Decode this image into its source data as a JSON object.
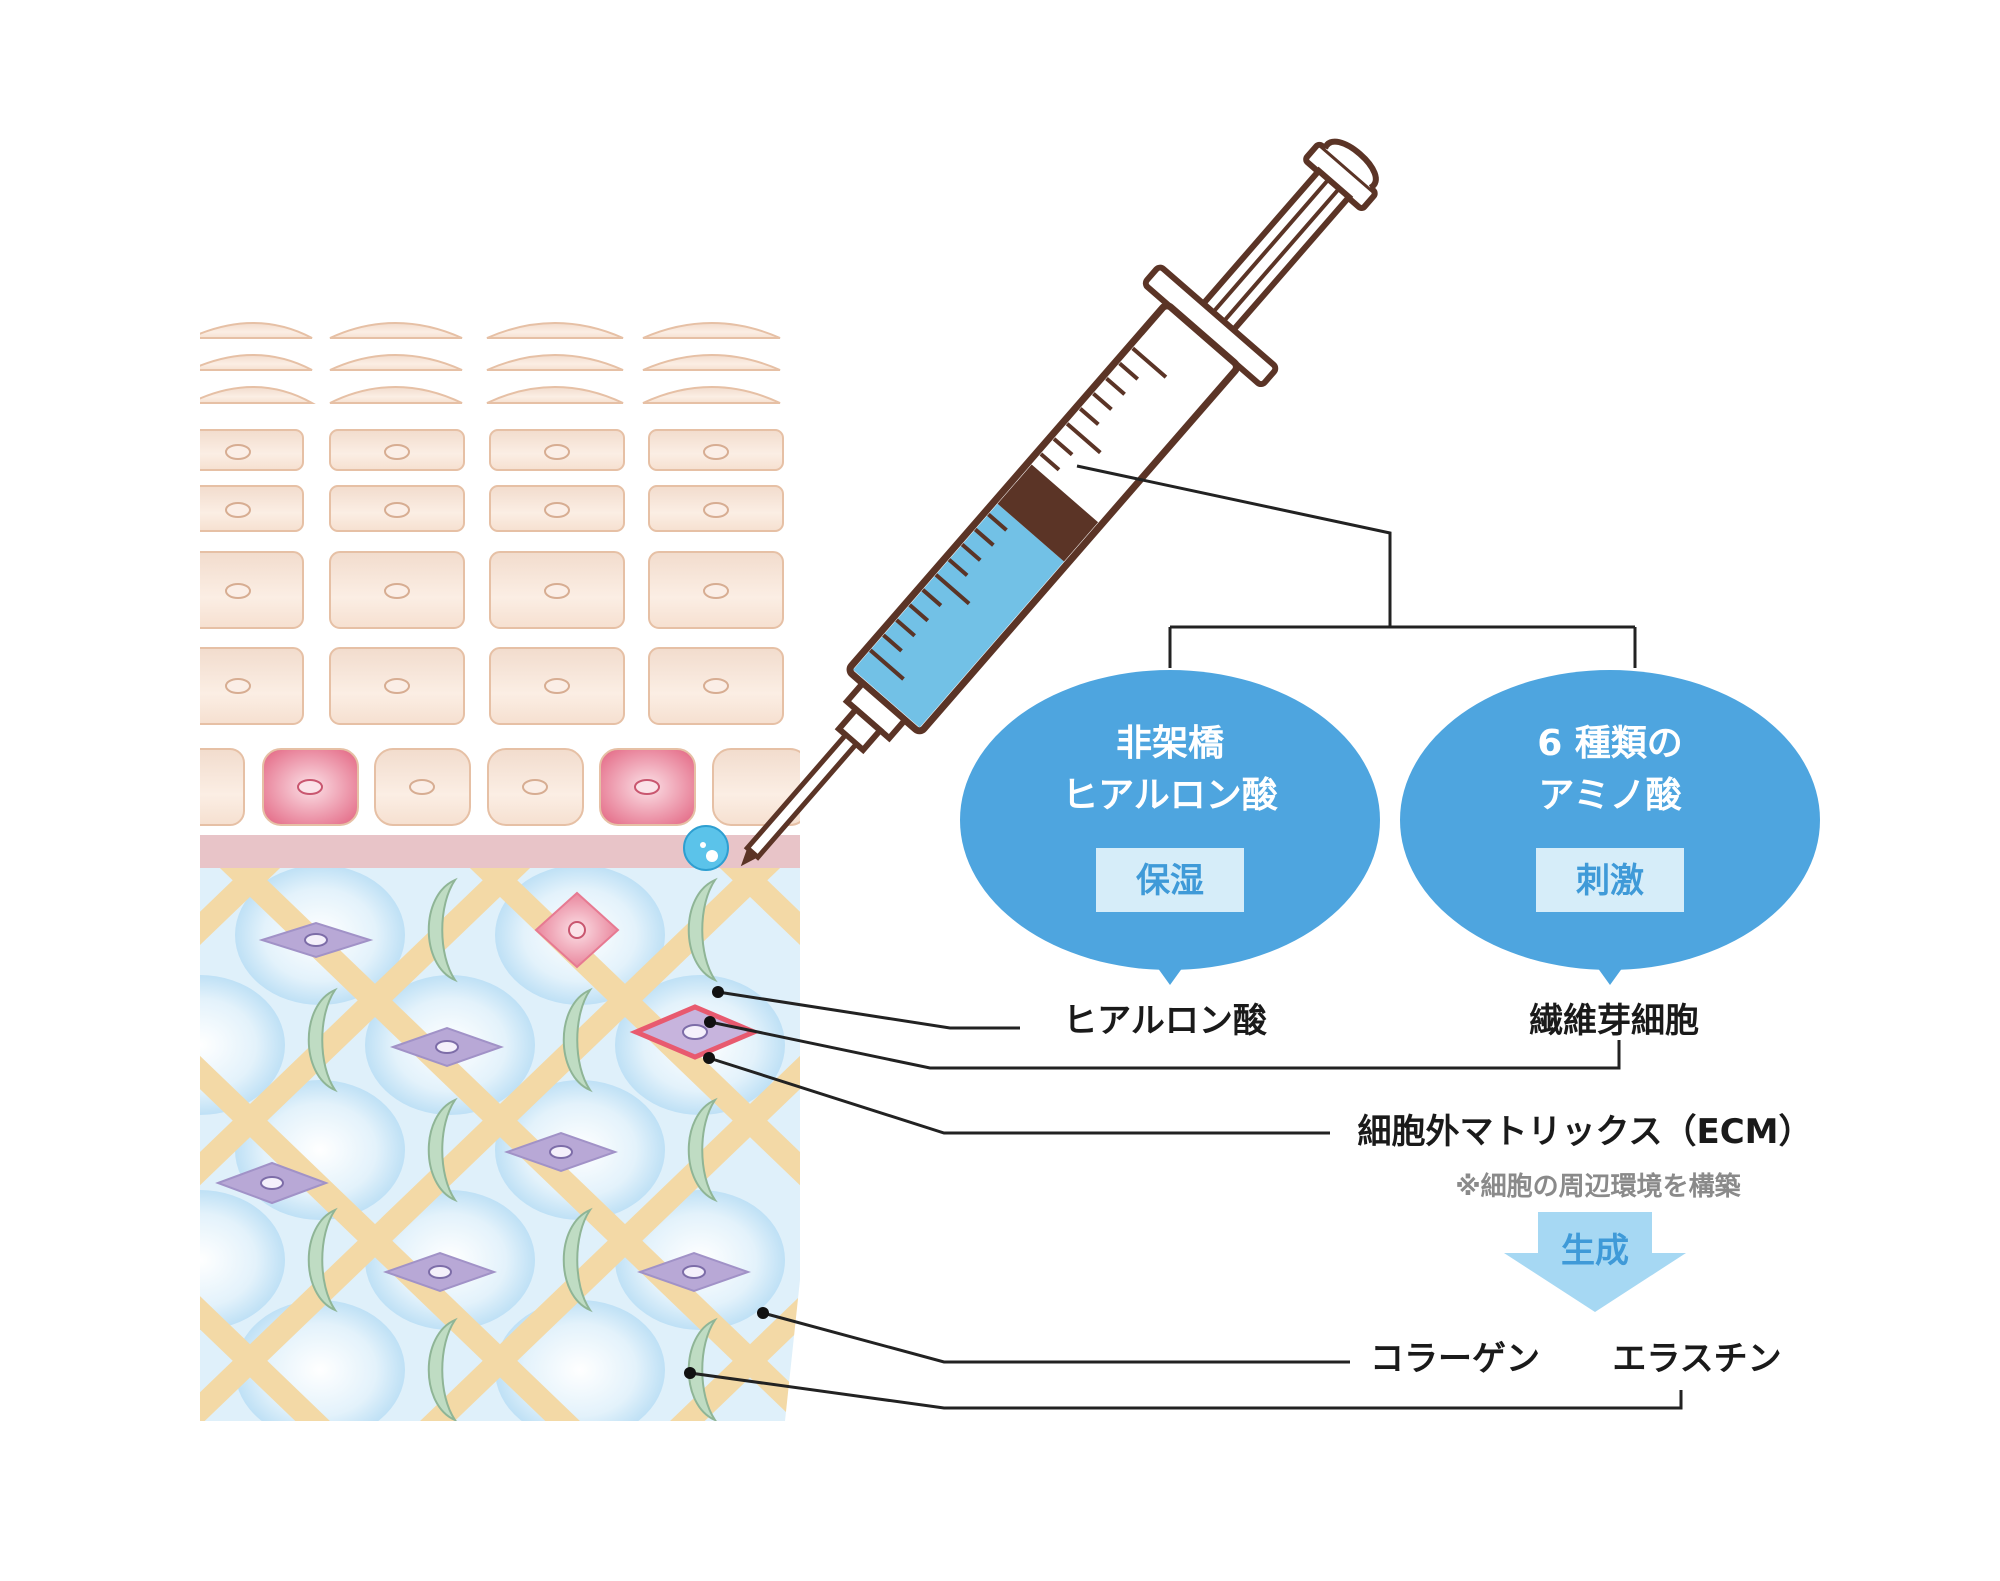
{
  "colors": {
    "bubble": "#4ea5df",
    "tag_bg": "#d6edf9",
    "tag_text": "#3f9ad8",
    "syringe_outline": "#5b3426",
    "syringe_liquid": "#72c1e6",
    "plunger": "#5b3426",
    "skin_cell": "#f8e3d4",
    "skin_cell_border": "#e6c0a5",
    "pink_cell": "#e77a92",
    "basement": "#e8c4c8",
    "matrix_fiber": "#f3d9a6",
    "matrix_fill": "#dff0fa",
    "fibroblast": "#b8a8d6",
    "elastin": "#bfdcc3",
    "arrow": "#a6d8f3"
  },
  "bubbles": {
    "left": {
      "line1": "非架橋",
      "line2": "ヒアルロン酸",
      "tag": "保湿"
    },
    "right": {
      "line1": "6 種類の",
      "line2": "アミノ酸",
      "tag": "刺激"
    }
  },
  "labels": {
    "hyaluronic_acid": "ヒアルロン酸",
    "fibroblast": "繊維芽細胞",
    "ecm": "細胞外マトリックス（ECM）",
    "ecm_note": "※細胞の周辺環境を構築",
    "generate": "生成",
    "collagen": "コラーゲン",
    "elastin": "エラスチン"
  },
  "icons": {
    "syringe": "syringe-icon",
    "droplet": "droplet-icon",
    "arrow": "arrow-down-icon"
  }
}
